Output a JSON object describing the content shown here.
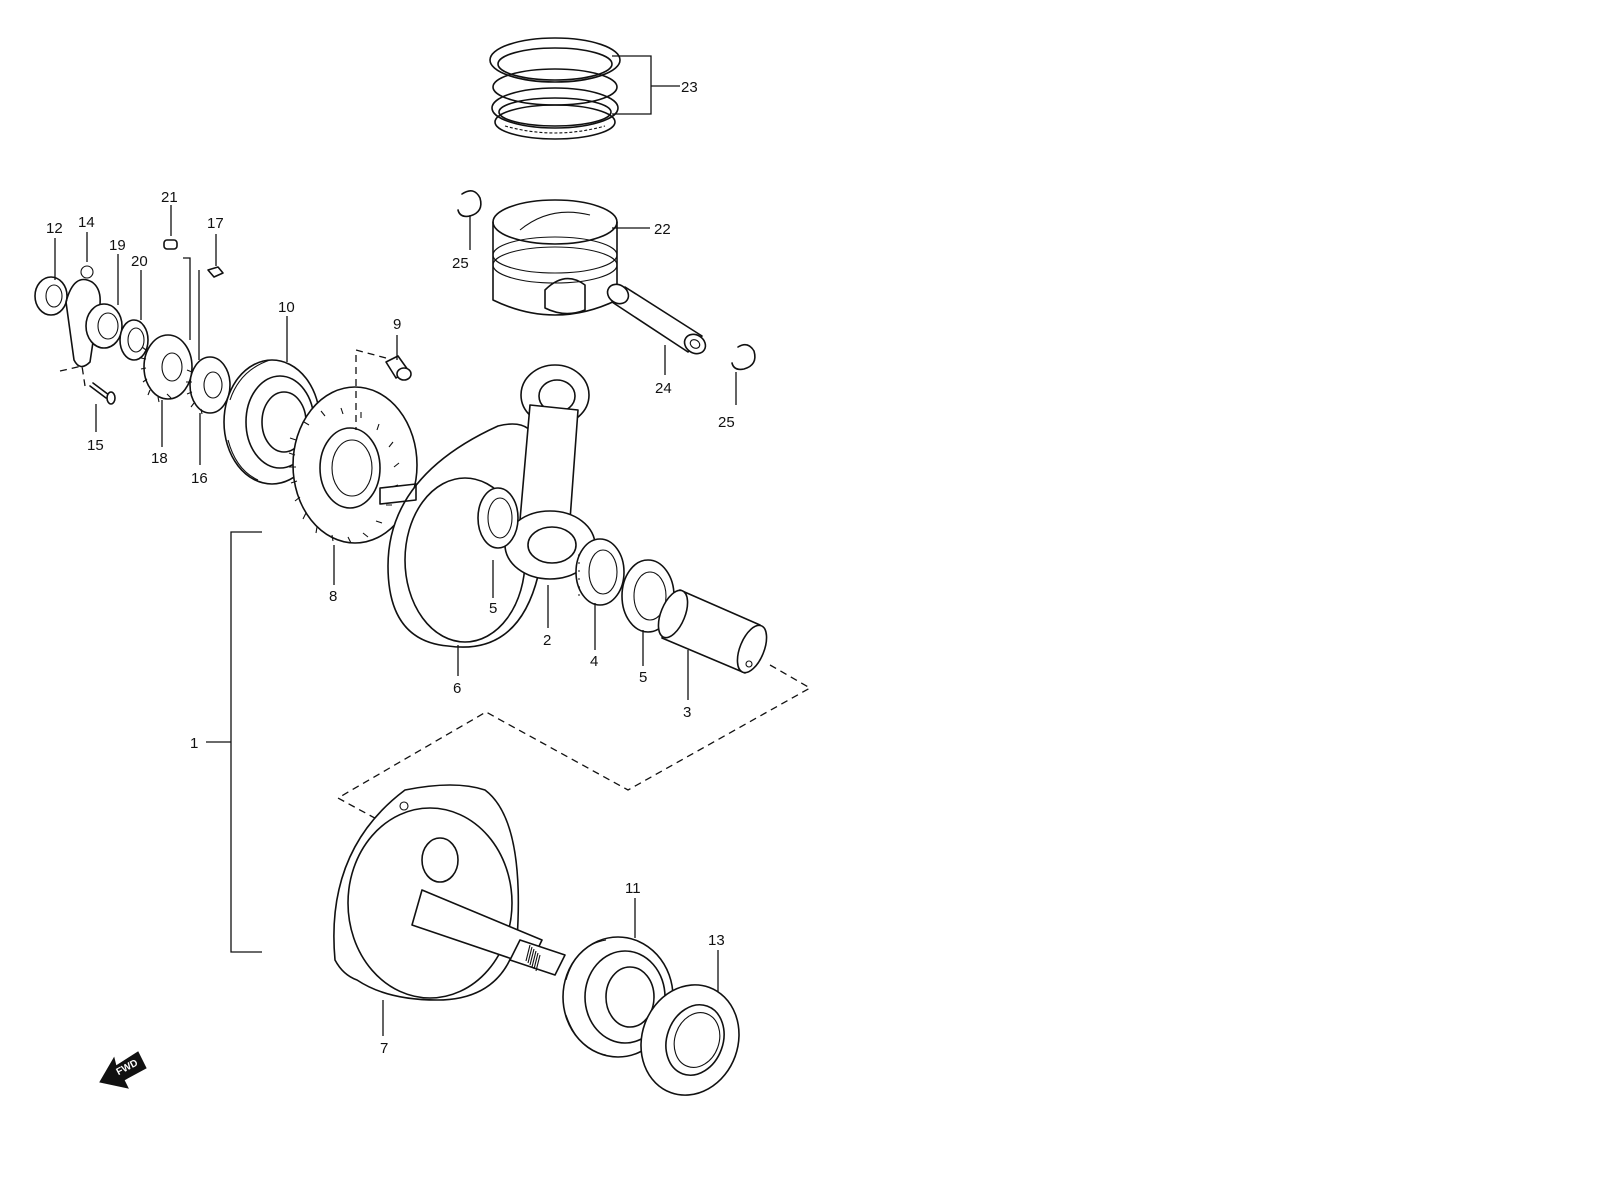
{
  "diagram": {
    "callouts": [
      {
        "id": "1",
        "label": "1"
      },
      {
        "id": "2",
        "label": "2"
      },
      {
        "id": "3",
        "label": "3"
      },
      {
        "id": "4",
        "label": "4"
      },
      {
        "id": "5a",
        "label": "5"
      },
      {
        "id": "5b",
        "label": "5"
      },
      {
        "id": "6",
        "label": "6"
      },
      {
        "id": "7",
        "label": "7"
      },
      {
        "id": "8",
        "label": "8"
      },
      {
        "id": "9",
        "label": "9"
      },
      {
        "id": "10",
        "label": "10"
      },
      {
        "id": "11",
        "label": "11"
      },
      {
        "id": "12",
        "label": "12"
      },
      {
        "id": "13",
        "label": "13"
      },
      {
        "id": "14",
        "label": "14"
      },
      {
        "id": "15",
        "label": "15"
      },
      {
        "id": "16",
        "label": "16"
      },
      {
        "id": "17",
        "label": "17"
      },
      {
        "id": "18",
        "label": "18"
      },
      {
        "id": "19",
        "label": "19"
      },
      {
        "id": "20",
        "label": "20"
      },
      {
        "id": "21",
        "label": "21"
      },
      {
        "id": "22",
        "label": "22"
      },
      {
        "id": "23",
        "label": "23"
      },
      {
        "id": "24",
        "label": "24"
      },
      {
        "id": "25a",
        "label": "25"
      },
      {
        "id": "25b",
        "label": "25"
      }
    ],
    "direction_badge": {
      "label": "FWD",
      "icon": "forward-arrow-icon"
    }
  }
}
